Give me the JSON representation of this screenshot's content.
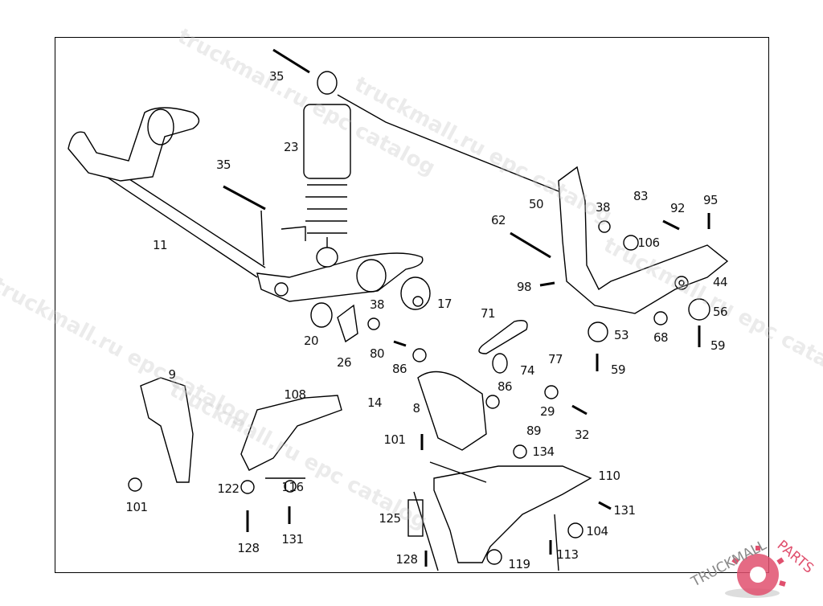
{
  "diagram": {
    "callouts": [
      "35",
      "23",
      "35",
      "11",
      "17",
      "38",
      "20",
      "26",
      "80",
      "86",
      "71",
      "74",
      "77",
      "50",
      "62",
      "38",
      "83",
      "92",
      "95",
      "106",
      "98",
      "44",
      "56",
      "53",
      "68",
      "59",
      "59",
      "9",
      "108",
      "14",
      "8",
      "86",
      "29",
      "32",
      "89",
      "101",
      "134",
      "110",
      "131",
      "104",
      "113",
      "119",
      "125",
      "128",
      "122",
      "116",
      "128",
      "131",
      "101"
    ]
  },
  "watermark": {
    "text": "truckmall.ru epc catalog"
  },
  "logo": {
    "text_dark": "TRUCKMALL",
    "text_accent": "PARTS",
    "accent_color": "#e0506e"
  }
}
